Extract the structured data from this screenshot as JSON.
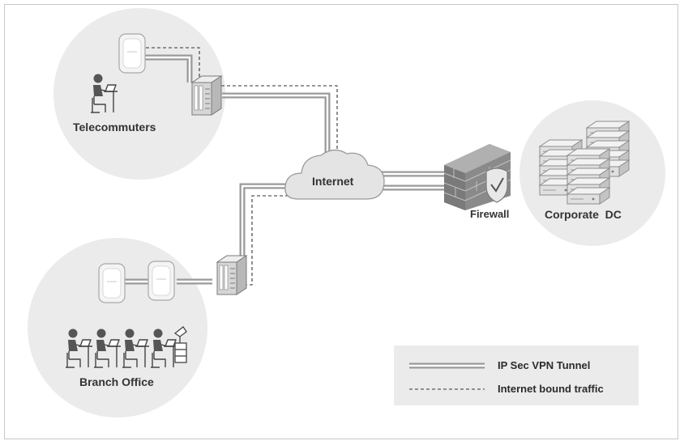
{
  "nodes": {
    "telecommuters": "Telecommuters",
    "internet": "Internet",
    "firewall": "Firewall",
    "corporate_dc": "Corporate  DC",
    "branch_office": "Branch Office"
  },
  "legend": {
    "tunnel": "IP Sec VPN Tunnel",
    "internet_traffic": "Internet bound traffic"
  },
  "colors": {
    "zone_fill": "#ebebeb",
    "tunnel_stroke": "#9a9a9a",
    "dashed_stroke": "#333333",
    "cloud_fill": "#e4e4e4",
    "firewall_brick": "#8a8a8a"
  },
  "icons": [
    "access-point-icon",
    "router-icon",
    "person-laptop-icon",
    "cloud-icon",
    "firewall-icon",
    "server-rack-icon"
  ]
}
